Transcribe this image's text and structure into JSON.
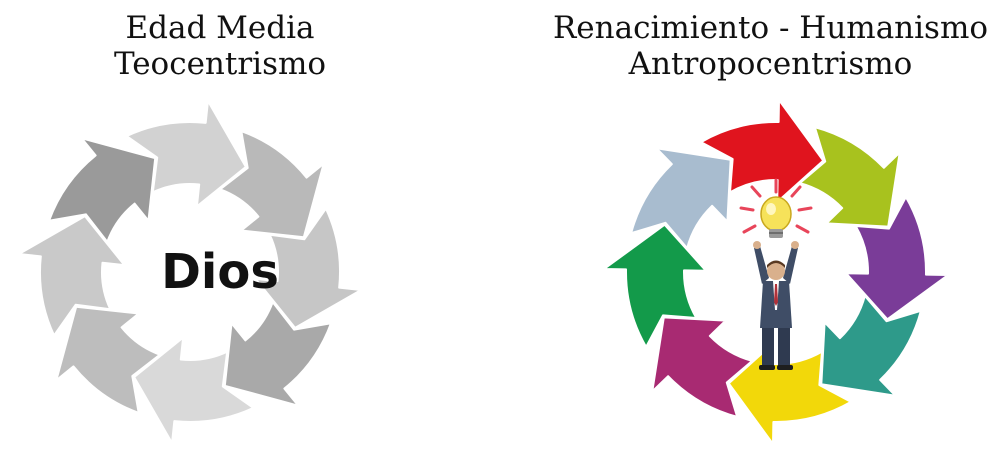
{
  "left": {
    "title_line1": "Edad Media",
    "title_line2": "Teocentrismo",
    "center_label": "Dios",
    "arrow_colors": [
      "#9a9a9a",
      "#d2d2d2",
      "#b9b9b9",
      "#c6c6c6",
      "#a9a9a9",
      "#d9d9d9",
      "#bdbdbd",
      "#c9c9c9"
    ]
  },
  "right": {
    "title_line1": "Renacimiento - Humanismo",
    "title_line2": "Antropocentrismo",
    "arrow_colors": [
      "#e0141e",
      "#a8c21e",
      "#7a3c98",
      "#2e9a8a",
      "#f2d80a",
      "#a82a72",
      "#139a4a",
      "#a8bccf"
    ],
    "center_icons": [
      "lightbulb-icon",
      "businessman-icon"
    ]
  }
}
